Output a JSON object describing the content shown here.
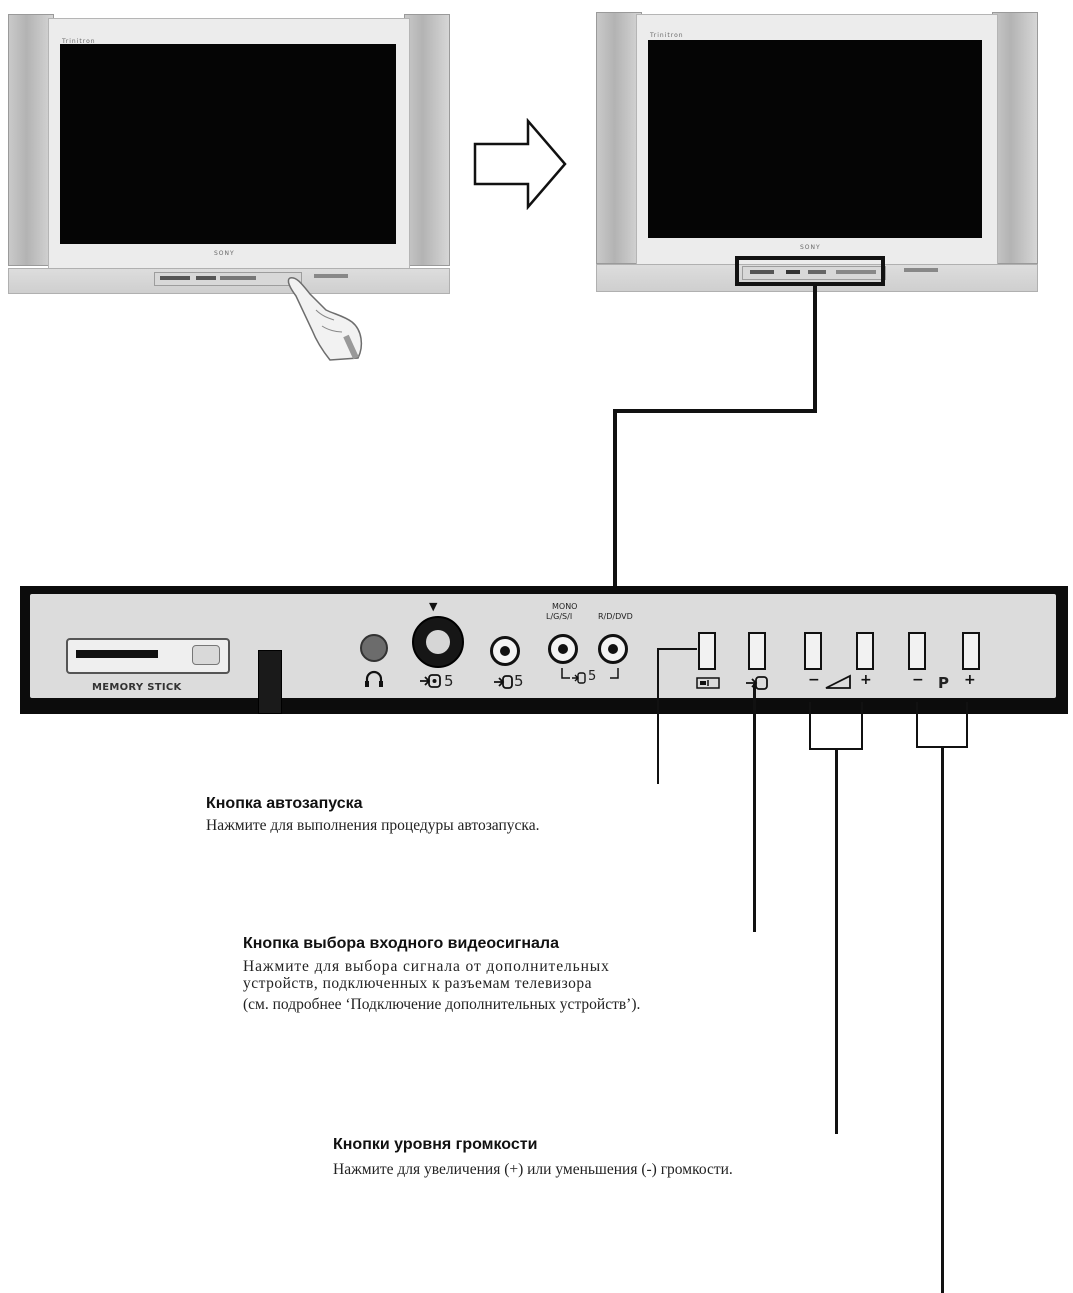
{
  "panel": {
    "memory_stick_label": "MEMORY STICK",
    "mono_label_line1": "MONO",
    "mono_label_line2": "L/G/S/I",
    "rdvd_label": "R/D/DVD",
    "svideo_input_number": "5",
    "video_input_number": "5",
    "audio_input_number": "5",
    "program_label": "P",
    "minus_sign": "−",
    "plus_sign": "+"
  },
  "callouts": [
    {
      "title": "Кнопка автозапуска",
      "lines": [
        "Нажмите для выполнения процедуры автозапуска."
      ]
    },
    {
      "title": "Кнопка выбора входного видеосигнала",
      "lines": [
        "Нажмите для выбора сигнала от дополнительных",
        "устройств, подключенных к разъемам телевизора",
        "(см. подробнее ‘Подключение дополнительных устройств’)."
      ]
    },
    {
      "title": "Кнопки уровня громкости",
      "lines": [
        "Нажмите для увеличения (+) или уменьшения (-) громкости."
      ]
    }
  ],
  "icons": [
    "tv-closed-icon",
    "arrow-right-icon",
    "tv-open-icon",
    "hand-pointer-icon",
    "headphone-icon",
    "svideo-jack-icon",
    "video-input-icon",
    "autostart-icon",
    "input-select-icon",
    "volume-icon"
  ]
}
